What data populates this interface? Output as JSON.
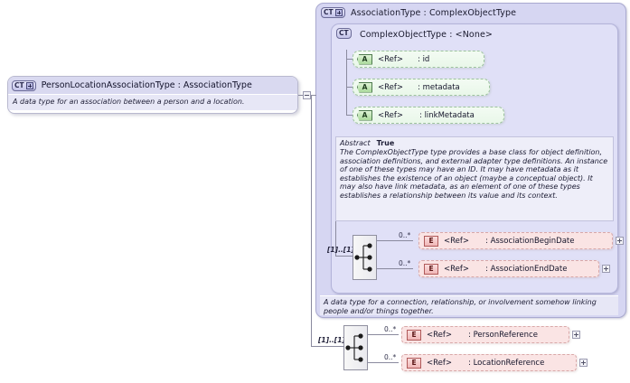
{
  "diagram": {
    "kind": "xml-schema-diagram",
    "main_type": {
      "badge": "CT",
      "badge_icon": "complextype-expand-icon",
      "title": "PersonLocationAssociationType : AssociationType",
      "documentation": "A data type for an association between a person and a location."
    },
    "association_type": {
      "badge": "CT",
      "badge_icon": "complextype-expand-icon",
      "title": "AssociationType : ComplexObjectType",
      "documentation": "A data type for a connection, relationship, or involvement somehow linking people and/or things together."
    },
    "complex_object_type": {
      "badge": "CT",
      "badge_icon": "complextype-icon",
      "title": "ComplexObjectType : <None>",
      "abstract_label": "Abstract",
      "abstract_value": "True",
      "documentation": "The ComplexObjectType type provides a base class for object definition, association definitions, and external adapter type definitions. An instance of one of these types may have an ID. It may have metadata as it establishes the existence of an object (maybe a conceptual object). It may also have link metadata, as an element of one of these types establishes a relationship between its value and its context."
    },
    "attributes": [
      {
        "icon": "A",
        "ref": "<Ref>",
        "name": ": id"
      },
      {
        "icon": "A",
        "ref": "<Ref>",
        "name": ": metadata"
      },
      {
        "icon": "A",
        "ref": "<Ref>",
        "name": ": linkMetadata"
      }
    ],
    "inner_sequence": {
      "cardinality": "[1]..[1]",
      "icon": "sequence-icon",
      "elements": [
        {
          "icon": "E",
          "occurrence": "0..*",
          "ref": "<Ref>",
          "name": ": AssociationBeginDate",
          "expand": "+"
        },
        {
          "icon": "E",
          "occurrence": "0..*",
          "ref": "<Ref>",
          "name": ": AssociationEndDate",
          "expand": "+"
        }
      ]
    },
    "outer_sequence": {
      "cardinality": "[1]..[1]",
      "icon": "sequence-icon",
      "elements": [
        {
          "icon": "E",
          "occurrence": "0..*",
          "ref": "<Ref>",
          "name": ": PersonReference",
          "expand": "+"
        },
        {
          "icon": "E",
          "occurrence": "0..*",
          "ref": "<Ref>",
          "name": ": LocationReference",
          "expand": "+"
        }
      ]
    },
    "colors": {
      "complextype_fill": "#d6d6f2",
      "complextype_inner_fill": "#e0e0f7",
      "attribute_fill": "#e9f7e9",
      "element_fill": "#fae4e4",
      "doc_fill": "#eeeef9",
      "connector": "#8a8a9e"
    }
  }
}
